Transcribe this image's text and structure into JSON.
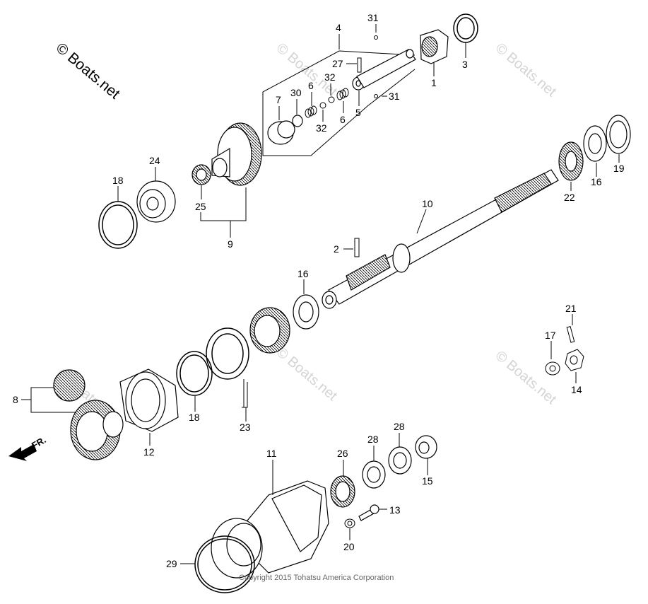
{
  "diagram": {
    "watermark_main": "© Boats.net",
    "watermark_faint": "© Boats.net",
    "copyright": "Copyright 2015 Tohatsu America Corporation",
    "direction_label": "FR.",
    "callouts": {
      "c1": "1",
      "c2": "2",
      "c3": "3",
      "c4": "4",
      "c5": "5",
      "c6a": "6",
      "c6b": "6",
      "c7": "7",
      "c8": "8",
      "c9": "9",
      "c10": "10",
      "c11": "11",
      "c12": "12",
      "c13": "13",
      "c14": "14",
      "c15": "15",
      "c16a": "16",
      "c16b": "16",
      "c17": "17",
      "c18a": "18",
      "c18b": "18",
      "c19": "19",
      "c20": "20",
      "c21": "21",
      "c22": "22",
      "c23": "23",
      "c24": "24",
      "c25": "25",
      "c26": "26",
      "c27": "27",
      "c28a": "28",
      "c28b": "28",
      "c29": "29",
      "c30": "30",
      "c31a": "31",
      "c31b": "31",
      "c32a": "32",
      "c32b": "32"
    }
  }
}
